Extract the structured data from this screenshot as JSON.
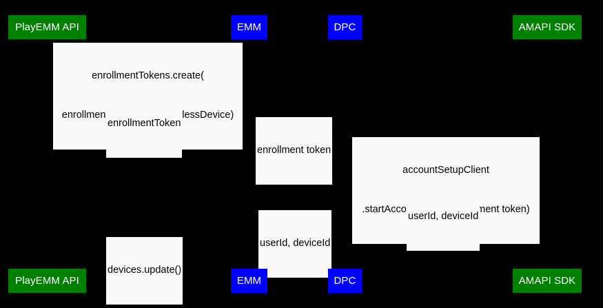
{
  "diagram": {
    "type": "sequence-diagram",
    "background_color": "#000000",
    "participant_green_color": "#008000",
    "participant_blue_color": "#0000ff",
    "label_background_color": "#f9f9f9",
    "label_text_color": "#000000",
    "participant_text_color": "#ffffff"
  },
  "participants": [
    {
      "id": "playemm-api",
      "label": "PlayEMM API",
      "color": "green"
    },
    {
      "id": "emm",
      "label": "EMM",
      "color": "blue"
    },
    {
      "id": "dpc",
      "label": "DPC",
      "color": "blue"
    },
    {
      "id": "amapi-sdk",
      "label": "AMAPI SDK",
      "color": "green"
    }
  ],
  "messages": [
    {
      "id": "msg-1",
      "from": "emm",
      "to": "playemm-api",
      "line1": "enrollmentTokens.create(",
      "line2": "enrollmentTokenType=userlessDevice)"
    },
    {
      "id": "msg-2",
      "from": "playemm-api",
      "to": "emm",
      "line1": "enrollmentToken"
    },
    {
      "id": "msg-3",
      "from": "emm",
      "to": "dpc",
      "line1": "enrollment token"
    },
    {
      "id": "msg-4",
      "from": "dpc",
      "to": "amapi-sdk",
      "line1": "accountSetupClient",
      "line2": ".startAccountSetup(entrollment token)"
    },
    {
      "id": "msg-5",
      "from": "amapi-sdk",
      "to": "dpc",
      "line1": "userId, deviceId"
    },
    {
      "id": "msg-6",
      "from": "dpc",
      "to": "emm",
      "line1": "userId, deviceId"
    },
    {
      "id": "msg-7",
      "from": "emm",
      "to": "playemm-api",
      "line1": "devices.update()"
    }
  ]
}
